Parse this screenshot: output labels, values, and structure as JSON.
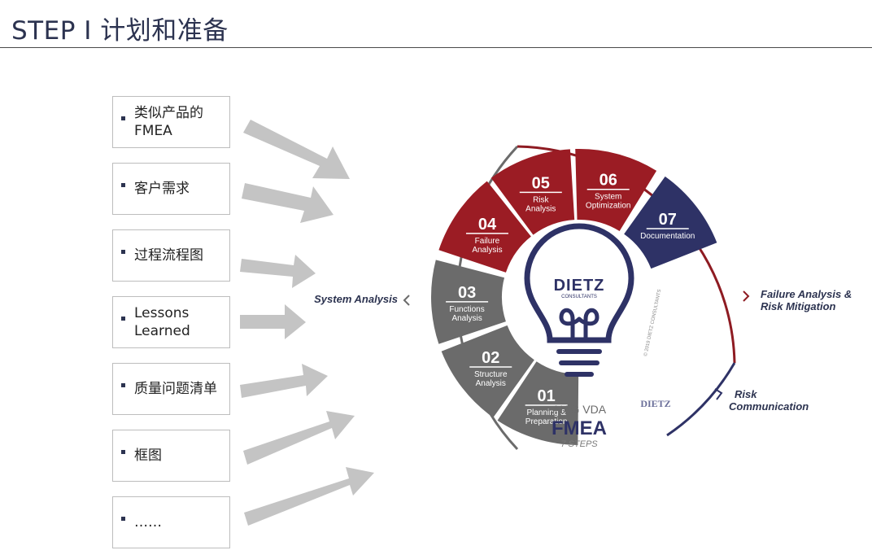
{
  "page": {
    "title": "STEP Ⅰ  计划和准备"
  },
  "inputs": [
    {
      "line1": "类似产品的",
      "line2": "FMEA"
    },
    {
      "line1": "客户需求",
      "line2": ""
    },
    {
      "line1": "过程流程图",
      "line2": ""
    },
    {
      "line1": "Lessons",
      "line2": "Learned"
    },
    {
      "line1": "质量问题清单",
      "line2": ""
    },
    {
      "line1": "框图",
      "line2": ""
    },
    {
      "line1": "……",
      "line2": ""
    }
  ],
  "wheel": {
    "center_brand": "DIETZ",
    "center_brand_sub": "CONSULTANTS",
    "center_line1": "AIAG VDA",
    "center_line2": "FMEA",
    "center_line3": "7 STEPS",
    "copyright": "© 2019 DIETZ CONSULTANTS",
    "watermark": "DIETZ",
    "steps": [
      {
        "num": "01",
        "line1": "Planning &",
        "line2": "Preparation",
        "color": "#6b6b6b"
      },
      {
        "num": "02",
        "line1": "Structure",
        "line2": "Analysis",
        "color": "#6b6b6b"
      },
      {
        "num": "03",
        "line1": "Functions",
        "line2": "Analysis",
        "color": "#6b6b6b"
      },
      {
        "num": "04",
        "line1": "Failure",
        "line2": "Analysis",
        "color": "#9b1c24"
      },
      {
        "num": "05",
        "line1": "Risk",
        "line2": "Analysis",
        "color": "#9b1c24"
      },
      {
        "num": "06",
        "line1": "System",
        "line2": "Optimization",
        "color": "#9b1c24"
      },
      {
        "num": "07",
        "line1": "Documentation",
        "line2": "",
        "color": "#2e3266"
      }
    ],
    "labels": {
      "system_analysis": "System Analysis",
      "failure_line1": "Failure Analysis &",
      "failure_line2": "Risk Mitigation",
      "risk_line1": "Risk",
      "risk_line2": "Communication"
    }
  },
  "colors": {
    "gray": "#6b6b6b",
    "red": "#9b1c24",
    "navy": "#2e3266",
    "arrow": "#c4c4c4",
    "label": "#2c3350"
  }
}
